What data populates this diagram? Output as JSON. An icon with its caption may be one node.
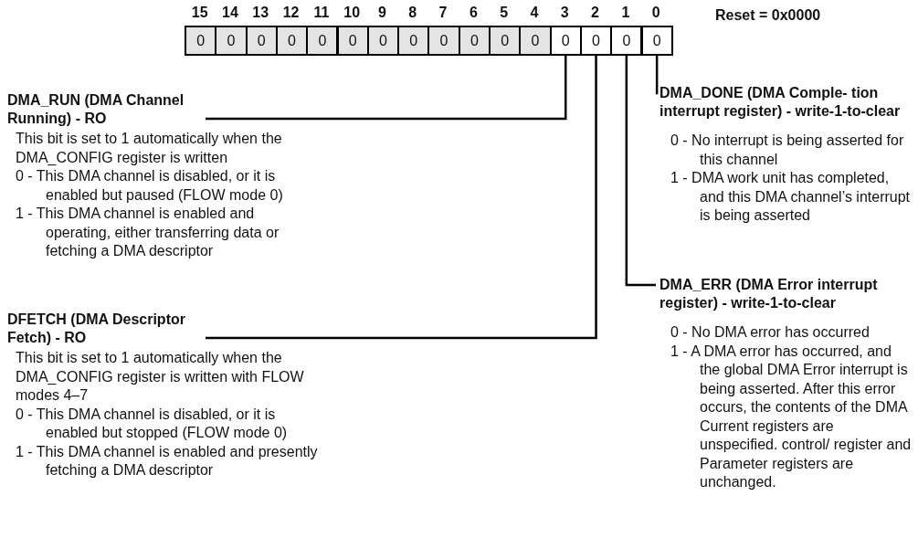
{
  "diagram": {
    "nodes": [
      {
        "text": [
          "15",
          "0"
        ]
      },
      {
        "text": [
          "14",
          "0"
        ]
      },
      {
        "text": [
          "13",
          "0"
        ]
      },
      {
        "text": [
          "12",
          "0"
        ]
      },
      {
        "text": [
          "11",
          "0"
        ]
      },
      {
        "text": [
          "10",
          "0"
        ]
      },
      {
        "text": [
          "9",
          "0"
        ]
      },
      {
        "text": [
          "8",
          "0"
        ]
      },
      {
        "text": [
          "7",
          "0"
        ]
      },
      {
        "text": [
          "6",
          "0"
        ]
      },
      {
        "text": [
          "5",
          "0"
        ]
      },
      {
        "text": [
          "4",
          "0"
        ]
      },
      {
        "text": [
          "3",
          "0"
        ]
      },
      {
        "text": [
          "2",
          "0"
        ]
      },
      {
        "text": [
          "1",
          "0"
        ]
      },
      {
        "text": [
          "0",
          "0"
        ]
      },
      {
        "text": [
          "DMA_RUN (DMA Channel Running) - RO",
          "This bit is set to 1 automatically when the DMA_CONFIG register is written",
          "0 - This DMA channel is disabled, or it is enabled but paused (FLOW mode 0)",
          "1 - This DMA channel is enabled and operating, either transferring data or fetching a DMA descriptor"
        ]
      },
      {
        "text": [
          "DFETCH (DMA Descriptor Fetch) - RO",
          "This bit is set to 1 automatically when the DMA_CONFIG register is written with FLOW modes 4–7",
          "0 - This DMA channel is disabled, or it is enabled but stopped (FLOW mode 0)",
          "1 - This DMA channel is enabled and presently fetching a DMA descriptor"
        ]
      },
      {
        "text": [
          "DMA_DONE (DMA Comple- tion interrupt register) - write-1-to-clear",
          "0 - No interrupt is being asserted for this channel",
          "1 - DMA work unit has completed, and this DMA channel’s interrupt is being asserted"
        ]
      },
      {
        "text": [
          "DMA_ERR (DMA Error interrupt register) - write-1-to-clear",
          "0 - No DMA error has occurred",
          "1 - A DMA error has occurred, and the global DMA Error interrupt is being asserted. After this error occurs, the contents of the DMA Current registers are unspecified. control/ register and Parameter registers are unchanged."
        ]
      }
    ],
    "edges": [
      {
        "from": 16,
        "to": 12,
        "arrow": "none"
      },
      {
        "from": 17,
        "to": 13,
        "arrow": "none"
      },
      {
        "from": 18,
        "to": 15,
        "arrow": "none"
      },
      {
        "from": 19,
        "to": 14,
        "arrow": "none"
      }
    ],
    "labels": [
      "Reset = 0x0000"
    ]
  }
}
